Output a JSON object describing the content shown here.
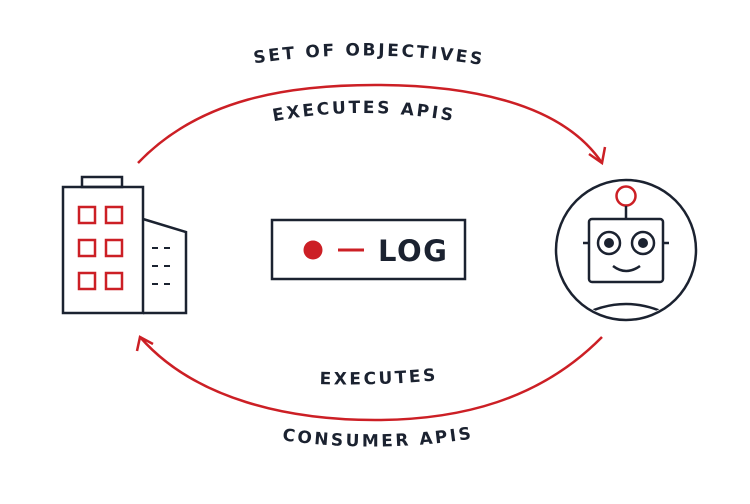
{
  "labels": {
    "top_outer": "SET OF OBJECTIVES",
    "top_inner": "EXECUTES APIS",
    "bottom_inner": "EXECUTES",
    "bottom_outer": "CONSUMER APIS"
  },
  "log_box": {
    "text": "LOG"
  },
  "icons": {
    "left": "office-building-icon",
    "right": "robot-face-icon"
  },
  "colors": {
    "navy": "#1b2230",
    "accent_red": "#cc1f25",
    "background": "#ffffff"
  }
}
